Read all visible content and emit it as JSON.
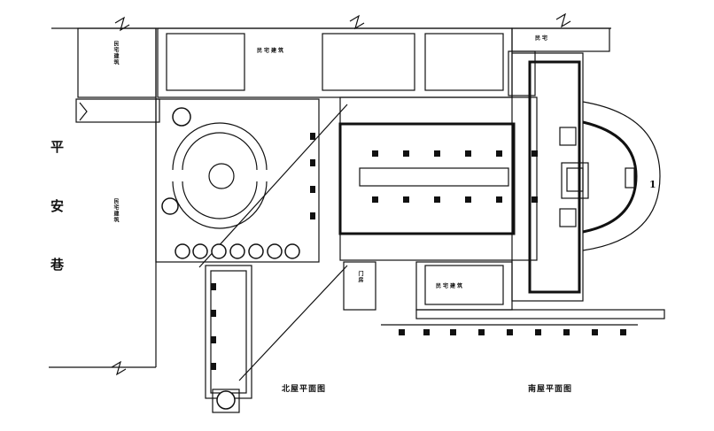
{
  "lane": {
    "c1": "平",
    "c2": "安",
    "c3": "巷"
  },
  "labels": {
    "top_left_building": "民宅建筑",
    "top_middle_building": "民宅建筑",
    "mid_left_building": "民宅建筑",
    "bottom_middle_building": "民宅建筑",
    "top_right_building": "民宅",
    "small_room": "门房",
    "left_caption": "北屋平面图",
    "right_caption": "南屋平面图",
    "apse_mark": "1"
  },
  "colors": {
    "line": "#111111",
    "background": "#ffffff"
  }
}
